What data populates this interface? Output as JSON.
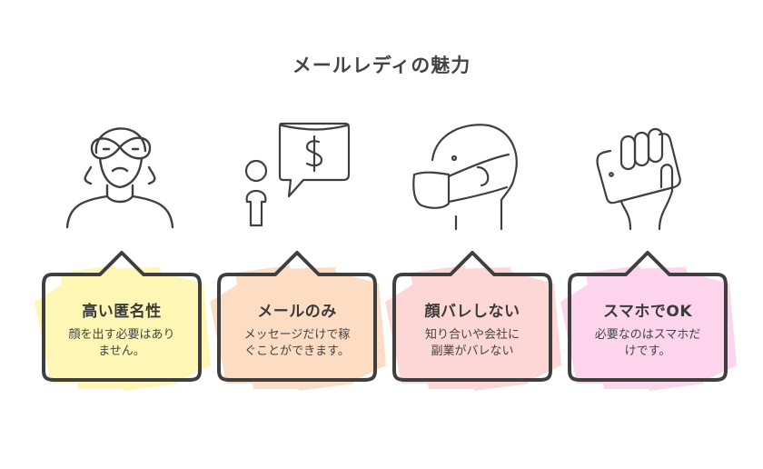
{
  "title": "メールレディの魅力",
  "colors": {
    "stroke": "#3f3f3f",
    "yellow": "#fdf6b4",
    "peach": "#fddcc4",
    "pink_light": "#fdd6d6",
    "pink": "#fcd5ec"
  },
  "features": [
    {
      "icon": "masked-person-icon",
      "title": "高い匿名性",
      "desc_line1": "顔を出す必要はあり",
      "desc_line2": "ません。",
      "fill": "#fdf6b4"
    },
    {
      "icon": "person-money-speech-icon",
      "title": "メールのみ",
      "desc_line1": "メッセージだけで稼",
      "desc_line2": "ぐことができます。",
      "fill": "#fddcc4"
    },
    {
      "icon": "face-mask-head-icon",
      "title": "顔バレしない",
      "desc_line1": "知り合いや会社に",
      "desc_line2": "副業がバレない",
      "fill": "#fdd6d6"
    },
    {
      "icon": "hand-holding-smartphone-icon",
      "title": "スマホでOK",
      "desc_line1": "必要なのはスマホだ",
      "desc_line2": "けです。",
      "fill": "#fcd5ec"
    }
  ]
}
